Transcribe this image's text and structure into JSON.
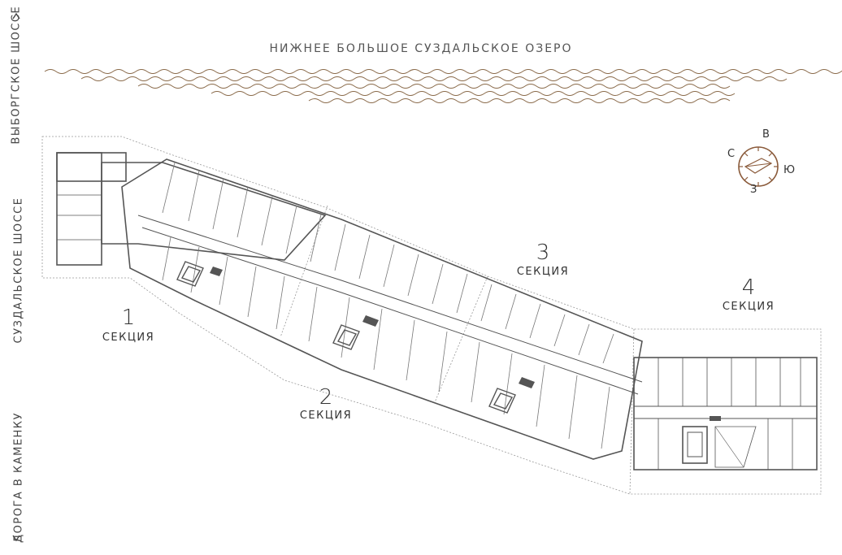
{
  "roads": {
    "vyborgskoe": "ВЫБОРГСКОЕ ШОССЕ",
    "suzdalskoe": "СУЗДАЛЬСКОЕ ШОССЕ",
    "kamenka": "ДОРОГА В КАМЕНКУ",
    "arrow_up": "‹",
    "arrow_down": "‹"
  },
  "lake": {
    "title": "НИЖНЕЕ БОЛЬШОЕ СУЗДАЛЬСКОЕ ОЗЕРО"
  },
  "compass": {
    "north": "С",
    "east": "В",
    "south_label": "Ю",
    "west": "З"
  },
  "sections": [
    {
      "number": "1",
      "label": "СЕКЦИЯ"
    },
    {
      "number": "2",
      "label": "СЕКЦИЯ"
    },
    {
      "number": "3",
      "label": "СЕКЦИЯ"
    },
    {
      "number": "4",
      "label": "СЕКЦИЯ"
    }
  ],
  "colors": {
    "wave": "#8a6a4a",
    "compass": "#8a5a3a",
    "walls": "#555555",
    "dash": "#999999"
  }
}
